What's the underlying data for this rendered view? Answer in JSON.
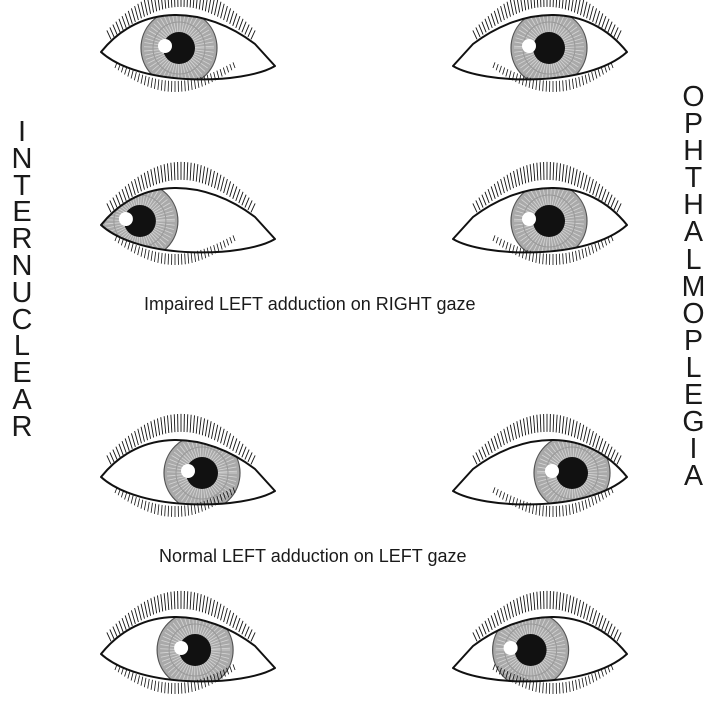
{
  "left_word": [
    "I",
    "N",
    "T",
    "E",
    "R",
    "N",
    "U",
    "C",
    "L",
    "E",
    "A",
    "R"
  ],
  "right_word": [
    "O",
    "P",
    "H",
    "T",
    "H",
    "A",
    "L",
    "M",
    "O",
    "P",
    "L",
    "E",
    "G",
    "I",
    "A"
  ],
  "captions": {
    "row2": "Impaired LEFT adduction on RIGHT gaze",
    "row3": "Normal LEFT adduction on LEFT gaze"
  },
  "colors": {
    "outline": "#111111",
    "iris": "#a9a9a9",
    "iris_stripe": "#d6d6d6",
    "pupil": "#111111",
    "highlight": "#ffffff"
  },
  "rows": [
    {
      "id": "row1",
      "eyes": [
        {
          "side": "right-eye",
          "gaze": 0
        },
        {
          "side": "left-eye",
          "gaze": 0
        }
      ]
    },
    {
      "id": "row2",
      "eyes": [
        {
          "side": "right-eye",
          "gaze": -0.85
        },
        {
          "side": "left-eye",
          "gaze": 0
        }
      ]
    },
    {
      "id": "row3",
      "eyes": [
        {
          "side": "right-eye",
          "gaze": 0.5
        },
        {
          "side": "left-eye",
          "gaze": 0.5
        }
      ]
    },
    {
      "id": "row4",
      "eyes": [
        {
          "side": "right-eye",
          "gaze": 0.35
        },
        {
          "side": "left-eye",
          "gaze": -0.4
        }
      ]
    }
  ]
}
